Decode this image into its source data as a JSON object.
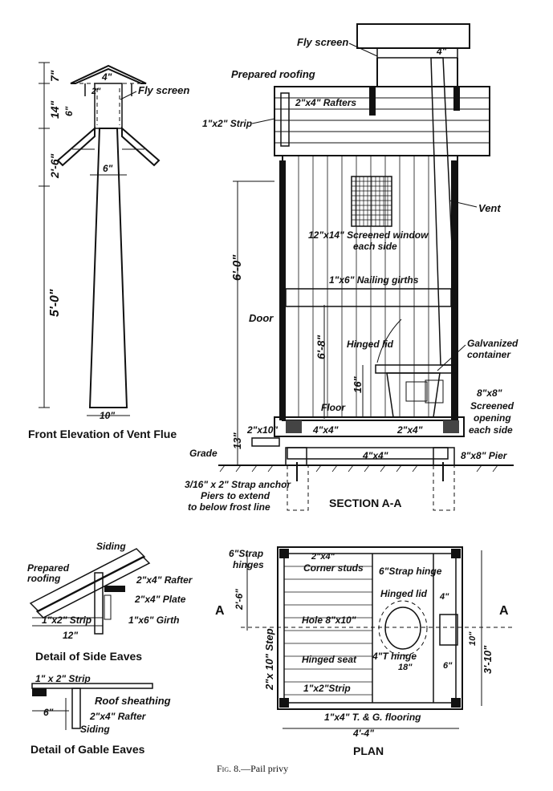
{
  "caption": {
    "fig": "Fig. 8.",
    "text": "—Pail privy"
  },
  "vent_flue": {
    "title": "Front Elevation of Vent Flue",
    "dims": {
      "top": "7\"",
      "cap": "14\"",
      "neck": "2'-6\"",
      "shaft": "5'-0\"",
      "inner": "6\"",
      "width_top": "4\"",
      "gap": "2\"",
      "width_mid": "6\"",
      "width_base": "10\""
    },
    "fly_screen": "Fly screen"
  },
  "section": {
    "title": "SECTION A-A",
    "labels": {
      "fly_screen": "Fly screen",
      "four_in": "4\"",
      "prepared_roofing": "Prepared roofing",
      "rafters": "2\"x4\" Rafters",
      "strip": "1\"x2\" Strip",
      "vent": "Vent",
      "window_1": "12\"x14\" Screened window",
      "window_2": "each side",
      "girths": "1\"x6\" Nailing girths",
      "door": "Door",
      "hinged_lid": "Hinged lid",
      "container_1": "Galvanized",
      "container_2": "container",
      "opening_1": "8\"x8\"",
      "opening_2": "Screened",
      "opening_3": "opening",
      "opening_4": "each side",
      "floor": "Floor",
      "sill_2x10": "2\"x10\"",
      "sill_4x4": "4\"x4\"",
      "sill_2x4": "2\"x4\"",
      "grade": "Grade",
      "base_4x4": "4\"x4\"",
      "pier": "8\"x8\" Pier",
      "strap_anchor": "3/16\" x 2\" Strap anchor",
      "piers_1": "Piers to extend",
      "piers_2": "to below frost line"
    },
    "dims": {
      "wall": "6'-0\"",
      "door": "6'-8\"",
      "seat": "16\"",
      "sill": "13\""
    }
  },
  "side_eaves": {
    "title": "Detail of Side Eaves",
    "labels": {
      "siding": "Siding",
      "roofing_1": "Prepared",
      "roofing_2": "roofing",
      "rafter": "2\"x4\" Rafter",
      "plate": "2\"x4\" Plate",
      "strip": "1\"x2\" Strip",
      "girth": "1\"x6\" Girth",
      "overhang": "12\""
    }
  },
  "gable_eaves": {
    "title": "Detail of Gable Eaves",
    "labels": {
      "strip": "1\" x 2\" Strip",
      "sheathing": "Roof sheathing",
      "overhang": "6\"",
      "rafter": "2\"x4\" Rafter",
      "siding": "Siding"
    }
  },
  "plan": {
    "title": "PLAN",
    "labels": {
      "strap_hinges_1": "6\"Strap",
      "strap_hinges_2": "hinges",
      "two_by_four": "2\"x4\"",
      "corner_studs": "Corner studs",
      "strap_hinge": "6\"Strap hinge",
      "hinged_lid": "Hinged lid",
      "hole": "Hole 8\"x10\"",
      "step": "2\"x 10\" Step",
      "hinged_seat": "Hinged seat",
      "t_hinge": "4\"T hinge",
      "strip": "1\"x2\"Strip",
      "flooring": "1\"x4\" T. & G. flooring",
      "width": "4'-4\"",
      "depth": "3'-10\"",
      "seat_depth": "2'-6\"",
      "four_in": "4\"",
      "ten_in": "10\"",
      "six_in": "6\"",
      "eighteen_in": "18\"",
      "section_mark": "A"
    }
  }
}
